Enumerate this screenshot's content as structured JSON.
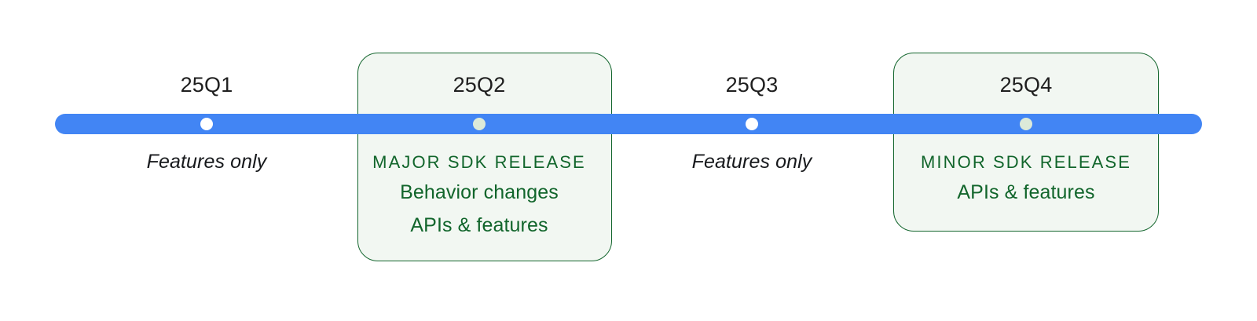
{
  "diagram": {
    "type": "timeline",
    "bar_color": "#4285f4",
    "card_fill": "#f2f7f2",
    "card_border": "#14662e",
    "release_text_color": "#11652b",
    "quarters": [
      {
        "label": "25Q1",
        "dot": "plain-dot-icon",
        "highlighted": false,
        "eyebrow": "",
        "notes": [
          "Features only"
        ]
      },
      {
        "label": "25Q2",
        "dot": "release-dot-icon",
        "highlighted": true,
        "eyebrow": "MAJOR SDK RELEASE",
        "notes": [
          "Behavior changes",
          "APIs & features"
        ]
      },
      {
        "label": "25Q3",
        "dot": "plain-dot-icon",
        "highlighted": false,
        "eyebrow": "",
        "notes": [
          "Features only"
        ]
      },
      {
        "label": "25Q4",
        "dot": "release-dot-icon",
        "highlighted": true,
        "eyebrow": "MINOR SDK RELEASE",
        "notes": [
          "APIs & features"
        ]
      }
    ]
  }
}
